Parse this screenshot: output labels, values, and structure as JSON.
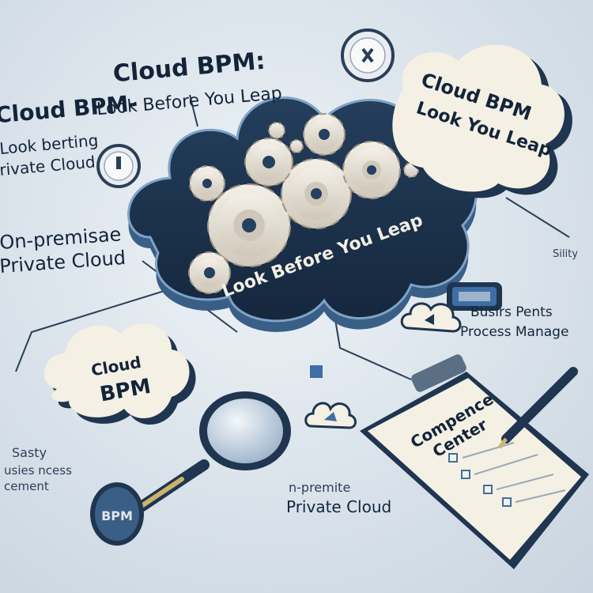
{
  "texts": {
    "title_cloud_bpm": "Cloud BPM:",
    "title_cloud_bpm_left": "Cloud BPM-",
    "title_look_before": "Look Before You Leap",
    "left_look_berting": "Look berting",
    "left_private_cloud": "rivate Cloud",
    "left_on_premise": "On-premisae",
    "left_private_cloud_2": "Private Cloud",
    "badge_line1": "Cloud BPM",
    "badge_line2": "Look You Leap",
    "cloud_banner": "Look Before You Leap",
    "small_cloud_line1": "Cloud",
    "small_cloud_line2": "BPM",
    "right_sility": "Sility",
    "right_business": "Busirs Pents",
    "right_process": "Process Manage",
    "left_sasty": "Sasty",
    "left_process": "usies ncess",
    "left_managment": "cement",
    "bottom_on_premise": "n-premite",
    "bottom_private_cloud": "Private Cloud",
    "bpm_coin": "BPM",
    "clipboard_line1": "Compence",
    "clipboard_line2": "Center"
  },
  "colors": {
    "background": "#dfe7ee",
    "cloud_dark": "#1f3550",
    "cloud_rim": "#6f93b8",
    "gear": "#e8e3d8",
    "paper": "#f5f0e4",
    "accent_blue": "#3d6fa6"
  },
  "icons": [
    "gear-icon",
    "magnifier-icon",
    "clipboard-icon",
    "cloud-icon",
    "clock-icon",
    "checkbox-icon",
    "pen-icon",
    "coin-icon"
  ]
}
